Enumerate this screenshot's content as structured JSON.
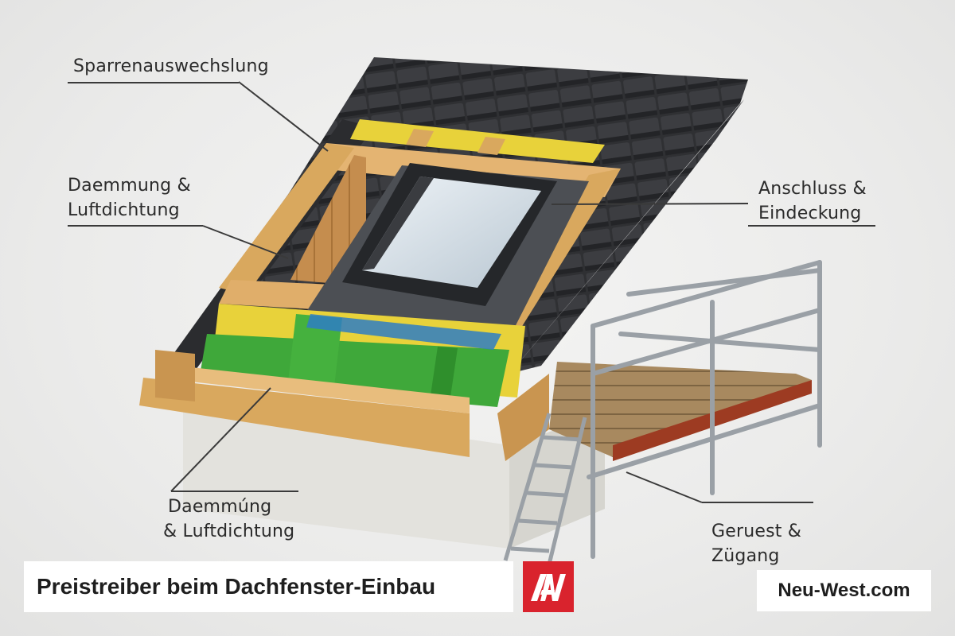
{
  "labels": {
    "rafter": "Sparrenauswechslung",
    "insulation_upper": [
      "Daemmung &",
      "Luftdichtung"
    ],
    "connection": [
      "Anschluss &",
      "Eindeckung"
    ],
    "insulation_lower": [
      "Daemmúng",
      "& Luftdichtung"
    ],
    "scaffold": [
      "Geruest &",
      "Zügang"
    ]
  },
  "banner": {
    "title": "Preistreiber beim Dachfenster-Einbau",
    "logo_text": "AW",
    "brand": "Neu-West.com"
  },
  "colors": {
    "roof_tile": "#2f3033",
    "wood": "#d9a85e",
    "insulation": "#e8d23a",
    "membrane": "#3fa83a",
    "logo_red": "#d9232d"
  }
}
